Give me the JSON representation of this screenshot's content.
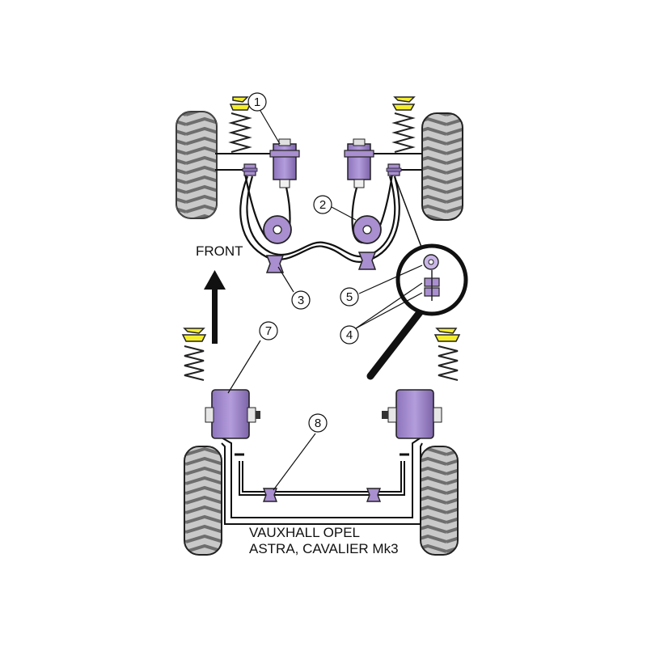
{
  "labels": {
    "front": "FRONT",
    "vehicle_line1": "VAUXHALL OPEL",
    "vehicle_line2": "ASTRA, CAVALIER Mk3"
  },
  "callouts": [
    "1",
    "2",
    "3",
    "4",
    "5",
    "7",
    "8"
  ],
  "colors": {
    "bush_purple": "#a98fcf",
    "bush_shadow": "#6f5a96",
    "tyre_grey": "#c7c7c7",
    "tyre_dark": "#7e7e7e",
    "spring_cap_yellow": "#f4ee2e",
    "line_black": "#111111"
  },
  "icons": [
    "front-arrow-icon",
    "magnifier-icon"
  ]
}
